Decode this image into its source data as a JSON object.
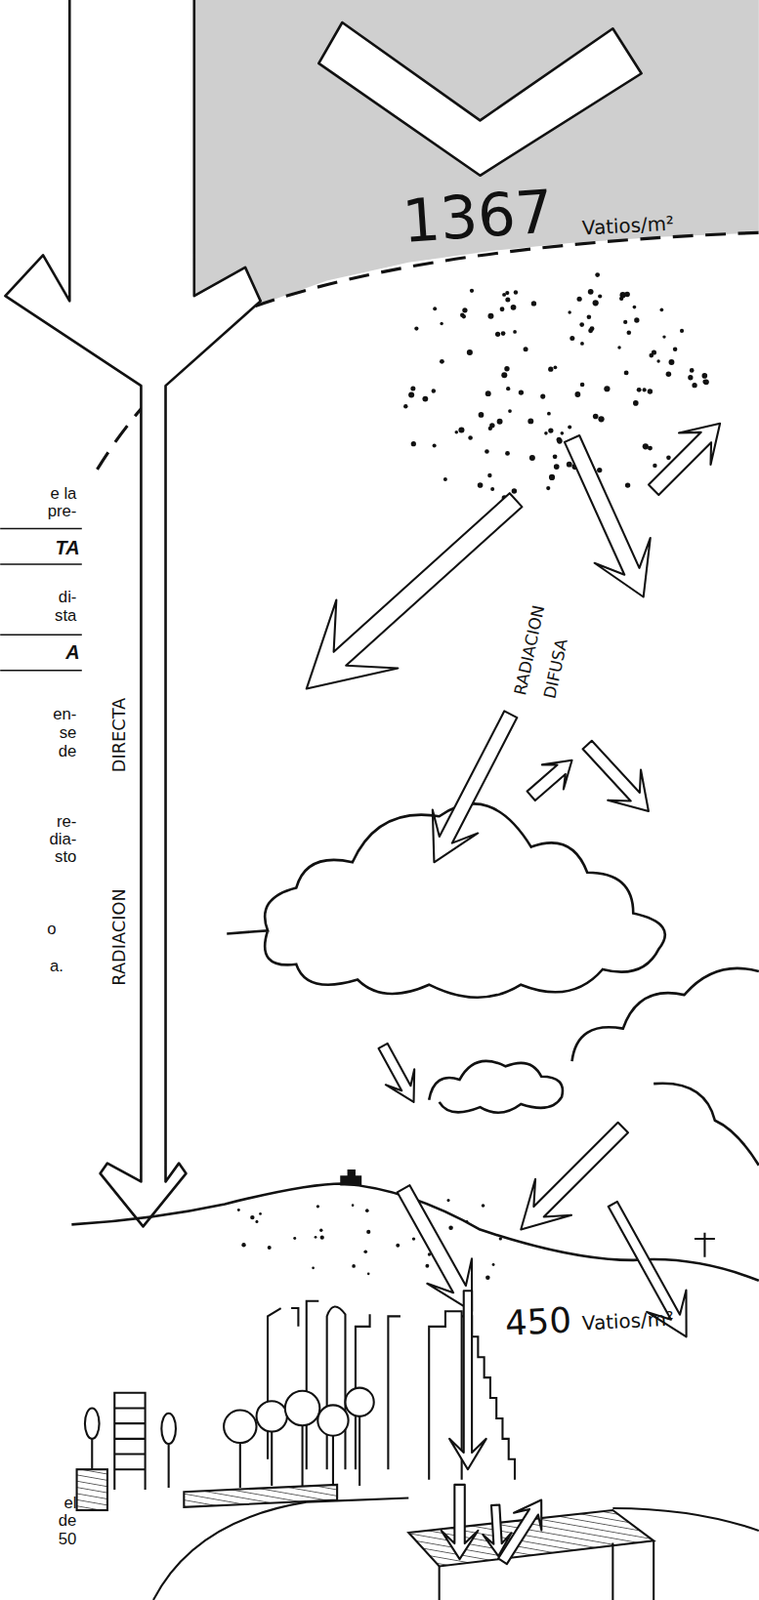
{
  "diagram": {
    "labels": [
      "1367",
      "Vatios/m²",
      "e la",
      "pre-",
      "TA",
      "di-",
      "sta",
      "RADIACION",
      "DIFUSA",
      "A",
      "DIRECTA",
      "en-",
      "se",
      "de",
      "re-",
      "dia-",
      "sto",
      "RADIACION",
      "o",
      "a.",
      "450",
      "Vatios/m²",
      "el",
      "de",
      "50"
    ]
  }
}
